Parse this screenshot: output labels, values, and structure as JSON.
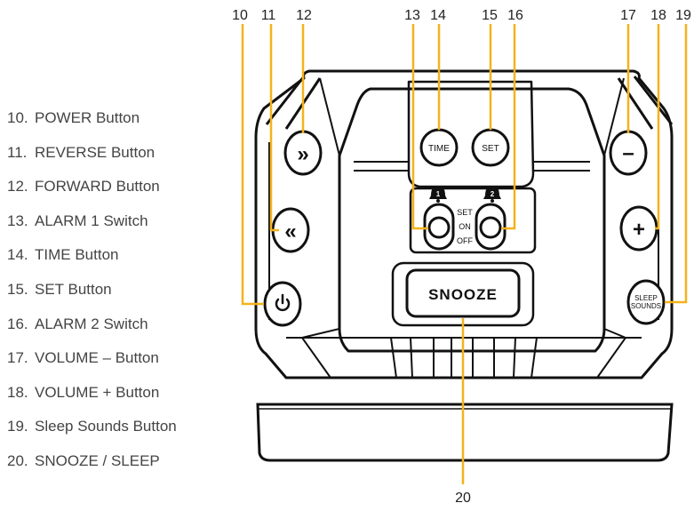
{
  "colors": {
    "leader": "#f5b21b",
    "device": "#111111",
    "legend_text": "#444444",
    "callout_text": "#222222"
  },
  "legend": [
    {
      "num": "10.",
      "label": "POWER Button"
    },
    {
      "num": "11.",
      "label": "REVERSE Button"
    },
    {
      "num": "12.",
      "label": "FORWARD Button"
    },
    {
      "num": "13.",
      "label": "ALARM 1 Switch"
    },
    {
      "num": "14.",
      "label": "TIME Button"
    },
    {
      "num": "15.",
      "label": "SET Button"
    },
    {
      "num": "16.",
      "label": "ALARM 2 Switch"
    },
    {
      "num": "17.",
      "label": "VOLUME – Button"
    },
    {
      "num": "18.",
      "label": "VOLUME + Button"
    },
    {
      "num": "19.",
      "label": "Sleep Sounds Button"
    },
    {
      "num": "20.",
      "label": "SNOOZE / SLEEP"
    }
  ],
  "callouts": [
    "10",
    "11",
    "12",
    "13",
    "14",
    "15",
    "16",
    "17",
    "18",
    "19",
    "20"
  ],
  "device": {
    "time_label": "TIME",
    "set_label": "SET",
    "snooze_label": "SNOOZE",
    "sleep_label_1": "SLEEP",
    "sleep_label_2": "SOUNDS",
    "switch_positions": [
      "SET",
      "ON",
      "OFF"
    ],
    "alarm1_marker": "1",
    "alarm2_marker": "2",
    "forward_symbol": "»",
    "reverse_symbol": "«",
    "minus_symbol": "–",
    "plus_symbol": "+"
  }
}
